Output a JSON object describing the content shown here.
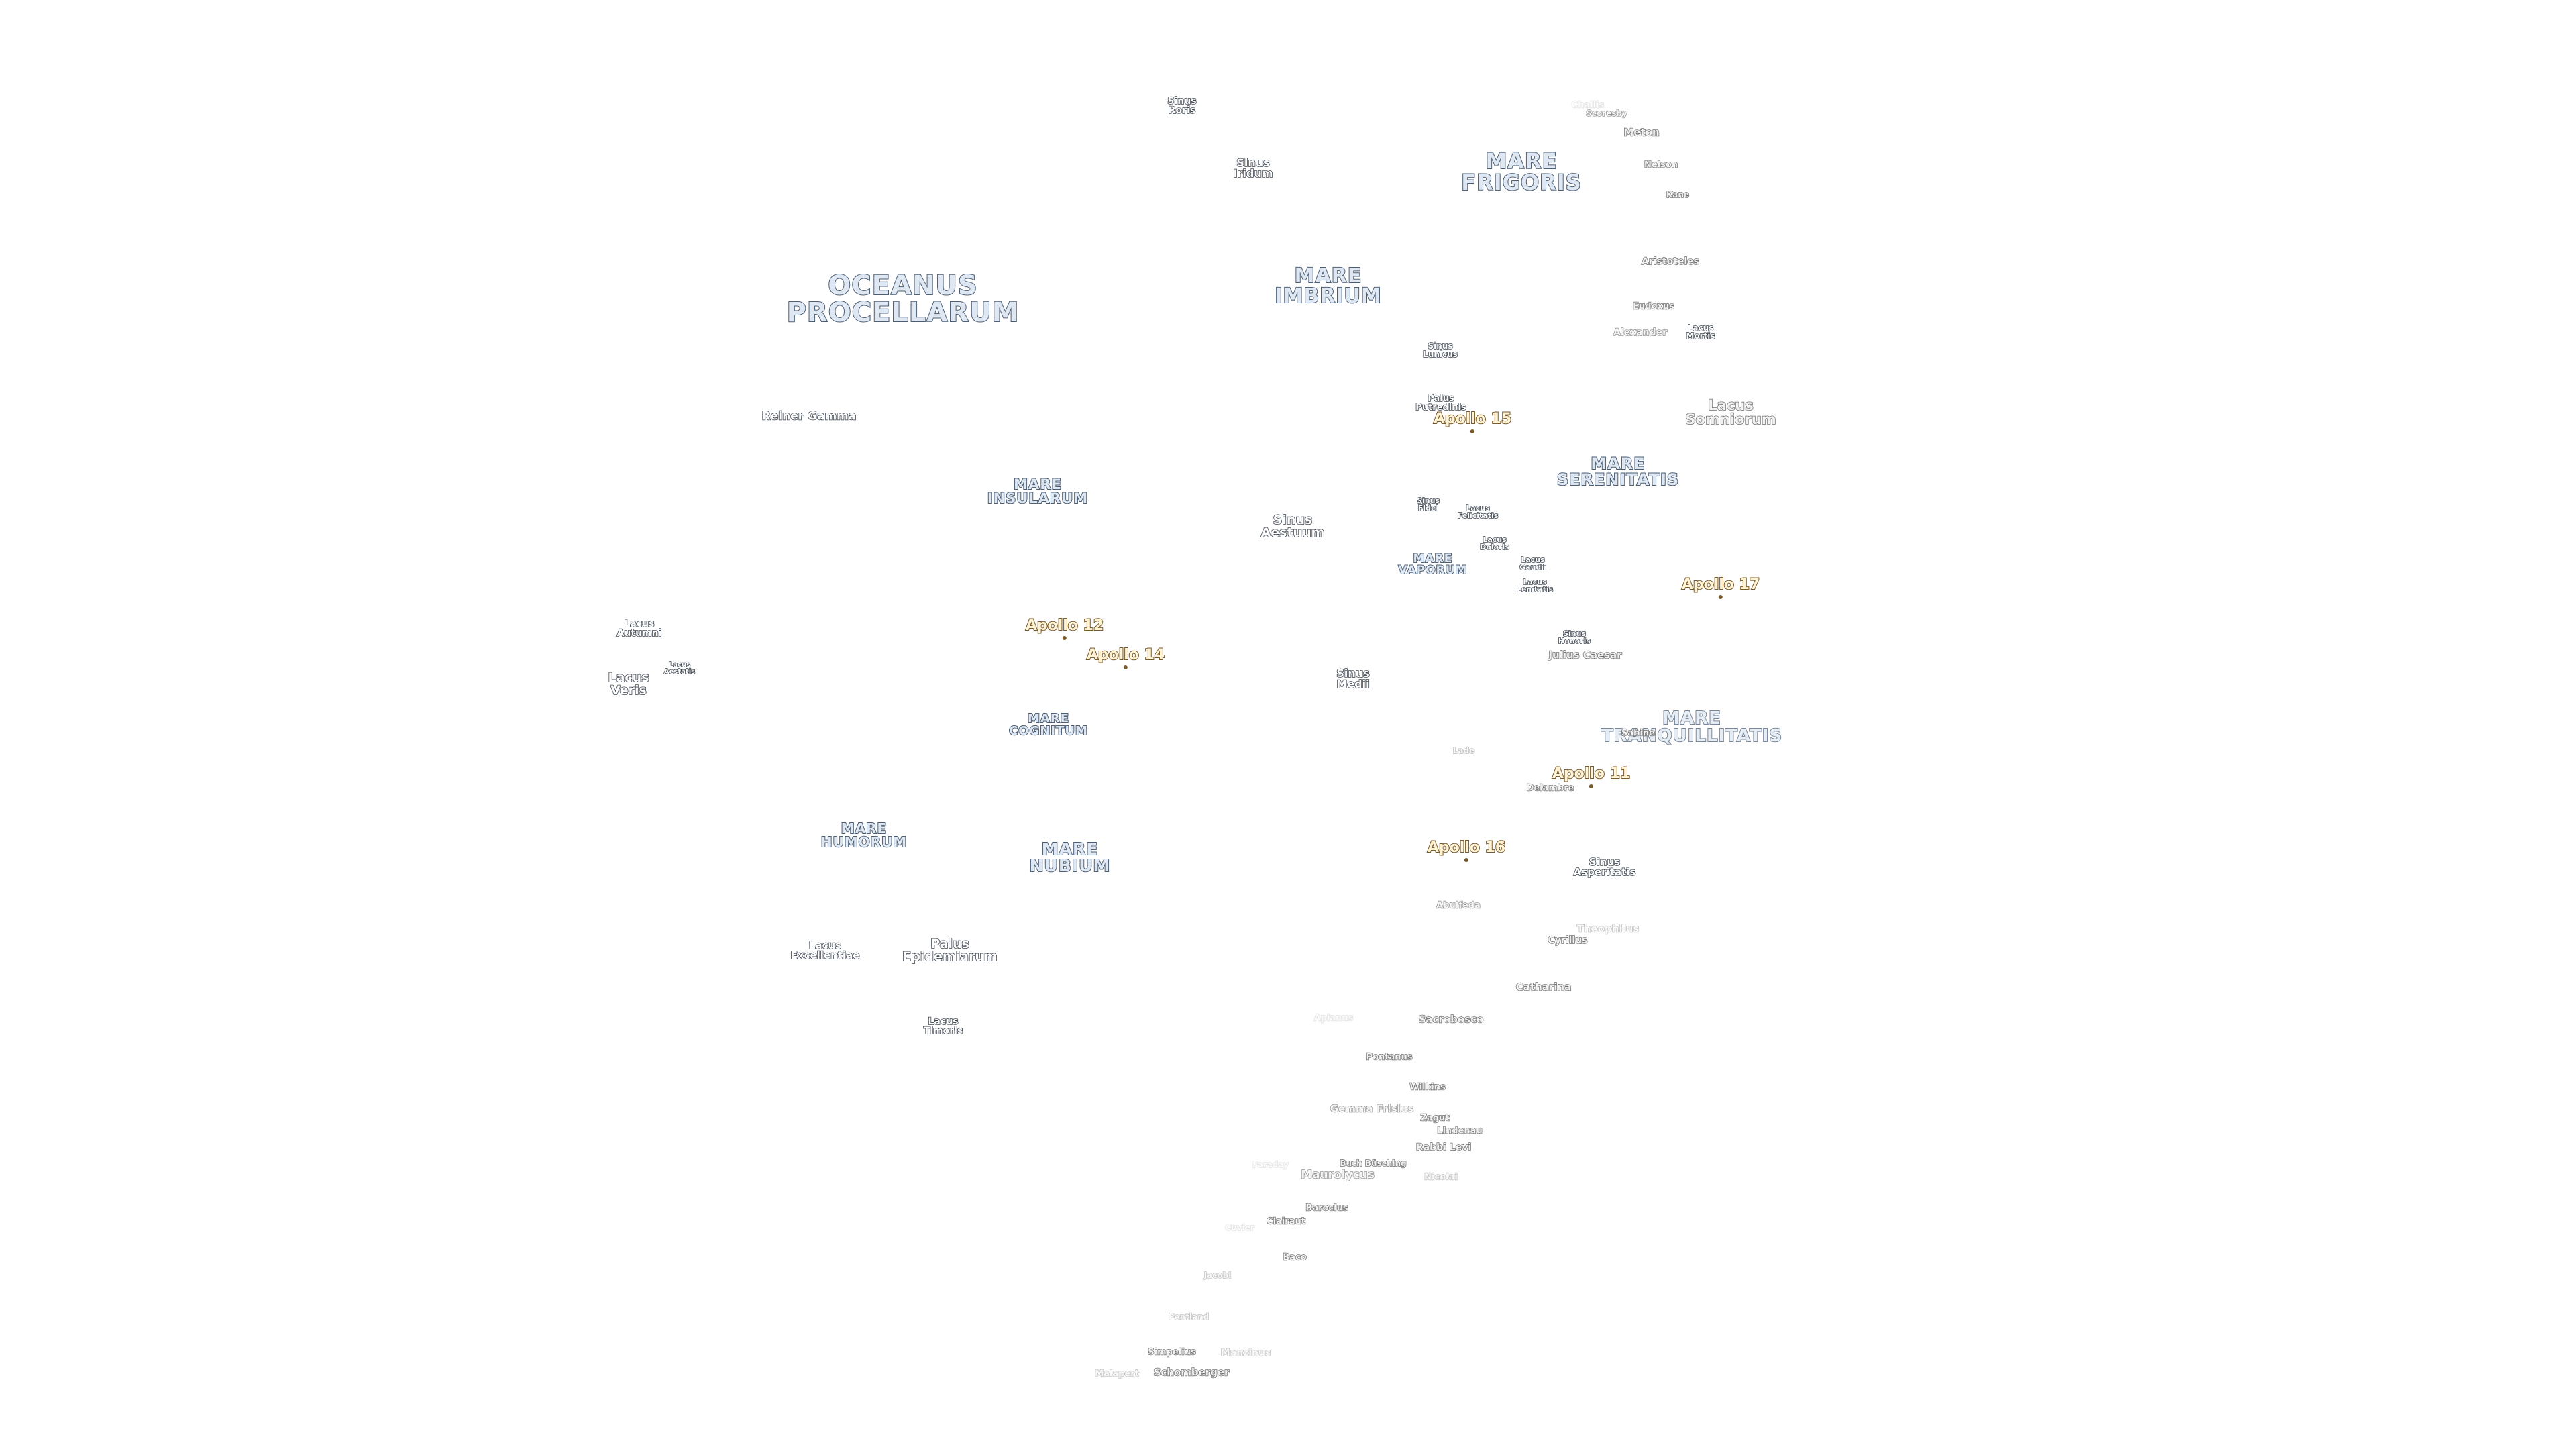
{
  "labels": {
    "oceanus_procellarum": "OCEANUS\nPROCELLARUM",
    "mare_imbrium": "MARE\nIMBRIUM",
    "mare_frigoris": "MARE\nFRIGORIS",
    "mare_serenitatis": "MARE\nSERENITATIS",
    "mare_tranquillitatis": "MARE\nTRANQUILLITATIS",
    "mare_insularum": "MARE\nINSULARUM",
    "mare_vaporum": "MARE\nVAPORUM",
    "mare_cognitum": "MARE\nCOGNITUM",
    "mare_humorum": "MARE\nHUMORUM",
    "mare_nubium": "MARE\nNUBIUM",
    "sinus_roris": "Sinus\nRoris",
    "sinus_iridum": "Sinus\nIridum",
    "sinus_lunicus": "Sinus\nLunicus",
    "sinus_aestuum": "Sinus\nAestuum",
    "sinus_fidei": "Sinus\nFidei",
    "sinus_medii": "Sinus\nMedii",
    "sinus_honoris": "Sinus\nHonoris",
    "sinus_asperitatis": "Sinus\nAsperitatis",
    "palus_putredinis": "Palus\nPutredinis",
    "palus_epidemiarum": "Palus\nEpidemiarum",
    "lacus_somniorum": "Lacus\nSomniorum",
    "lacus_mortis": "Lacus\nMortis",
    "lacus_felicitatis": "Lacus\nFelicitatis",
    "lacus_doloris": "Lacus\nDoloris",
    "lacus_gaudii": "Lacus\nGaudii",
    "lacus_lenitatis": "Lacus\nLenitatis",
    "lacus_autumni": "Lacus\nAutumni",
    "lacus_veris": "Lacus\nVeris",
    "lacus_aestatis": "Lacus\nAestatis",
    "lacus_excellentiae": "Lacus\nExcellentiae",
    "lacus_timoris": "Lacus\nTimoris",
    "reiner_gamma": "Reiner Gamma",
    "apollo_15": "Apollo 15",
    "apollo_17": "Apollo 17",
    "apollo_12": "Apollo 12",
    "apollo_14": "Apollo 14",
    "apollo_11": "Apollo 11",
    "apollo_16": "Apollo 16",
    "challis": "Challis",
    "scoresby": "Scoresby",
    "meton": "Meton",
    "nelson": "Nelson",
    "kane": "Kane",
    "aristoteles": "Aristoteles",
    "eudoxus": "Eudoxus",
    "alexander": "Alexander",
    "julius_caesar": "Julius Caesar",
    "sabine": "Sabine",
    "delambre": "Delambre",
    "lade": "Lade",
    "abulfeda": "Abulfeda",
    "theophilus": "Theophilus",
    "cyrillus": "Cyrillus",
    "catharina": "Catharina",
    "sacrobosco": "Sacrobosco",
    "apianus": "Apianus",
    "pontanus": "Pontanus",
    "wilkins": "Wilkins",
    "gemma_frisius": "Gemma Frisius",
    "zagut": "Zagut",
    "lindenau": "Lindenau",
    "rabbi_levi": "Rabbi Levi",
    "buch_busching": "Buch Büsching",
    "maurolycus": "Maurolycus",
    "nicolai": "Nicolai",
    "faraday": "Faraday",
    "barocius": "Barocius",
    "clairaut": "Clairaut",
    "cuvier": "Cuvier",
    "baco": "Baco",
    "jacobi": "Jacobi",
    "pentland": "Pentland",
    "simpelius": "Simpelius",
    "manzinus": "Manzinus",
    "schomberger": "Schomberger",
    "malapert": "Malapert"
  }
}
